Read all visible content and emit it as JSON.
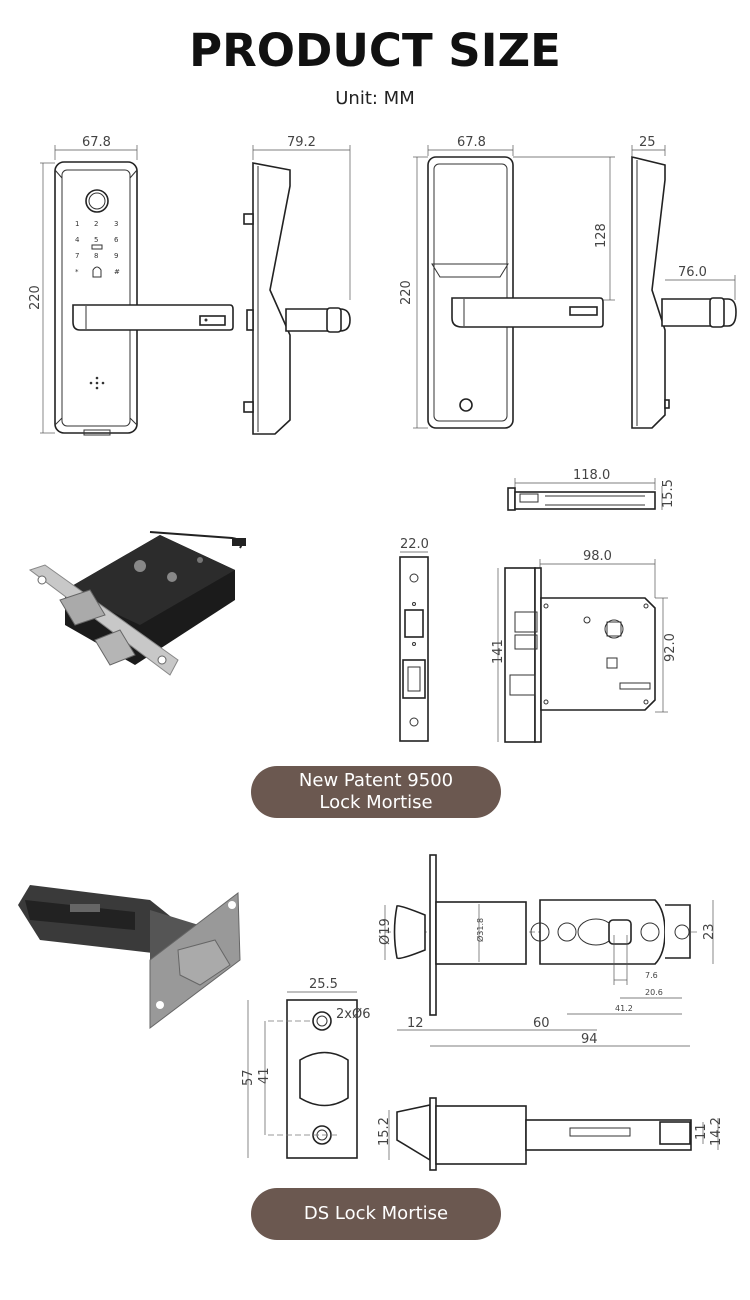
{
  "header": {
    "title": "PRODUCT SIZE",
    "unit": "Unit: MM"
  },
  "front_lock": {
    "width": "67.8",
    "height": "220",
    "keypad": [
      "1",
      "2",
      "3",
      "4",
      "5",
      "6",
      "7",
      "8",
      "9",
      "*",
      "#"
    ]
  },
  "side_lock_front": {
    "depth": "79.2"
  },
  "back_lock": {
    "width": "67.8",
    "height": "220",
    "handle_height": "128"
  },
  "side_lock_back": {
    "depth": "25",
    "handle_length": "76.0"
  },
  "mortise_9500": {
    "top_length": "118.0",
    "top_thickness": "15.5",
    "faceplate_width": "22.0",
    "body_width": "98.0",
    "faceplate_height": "141",
    "body_height": "92.0",
    "label_line1": "New Patent 9500",
    "label_line2": "Lock Mortise"
  },
  "ds_mortise": {
    "d19": "Ø19",
    "d31": "Ø31.8",
    "h23": "23",
    "d7": "7.6",
    "d20": "20.6",
    "d41": "41.2",
    "d12": "12",
    "d60": "60",
    "d94": "94",
    "strike_width": "25.5",
    "holes": "2xØ6",
    "strike_height": "57",
    "hole_spacing": "41",
    "latch_height": "15.2",
    "tail_inner": "11",
    "tail_outer": "14.2",
    "label": "DS Lock Mortise"
  }
}
